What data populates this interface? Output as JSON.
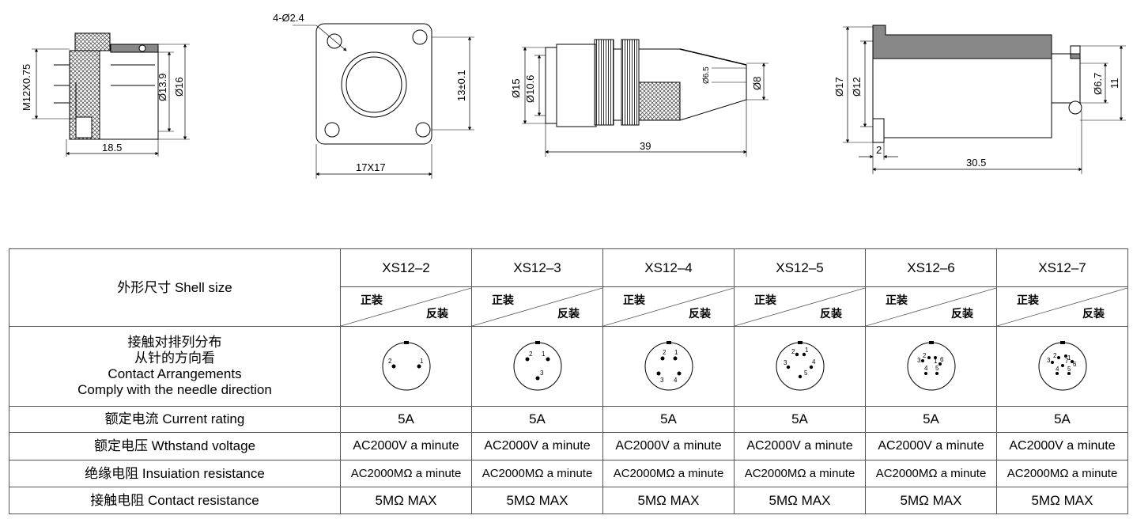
{
  "drawings": {
    "side_view": {
      "thread": "M12X0.75",
      "d1": "Ø13.9",
      "d2": "Ø16",
      "length": "18.5"
    },
    "front_view": {
      "holes": "4-Ø2.4",
      "height": "13±0.1",
      "size": "17X17"
    },
    "plug_view": {
      "d1": "Ø15",
      "d2": "Ø10.6",
      "d3": "Ø6.5",
      "d4": "Ø8",
      "length": "39"
    },
    "socket_view": {
      "d1": "Ø17",
      "d2": "Ø12",
      "d3": "Ø6.7",
      "d4": "11",
      "flange": "2",
      "length": "30.5"
    }
  },
  "table": {
    "shell_size_label": "外形尺寸 Shell size",
    "models": [
      "XS12–2",
      "XS12–3",
      "XS12–4",
      "XS12–5",
      "XS12–6",
      "XS12–7"
    ],
    "front_mount": "正装",
    "reverse_mount": "反装",
    "contact_label": [
      "接触对排列分布",
      "从针的方向看",
      "Contact Arrangements",
      "Comply with the needle direction"
    ],
    "pin_layouts": [
      [
        "2",
        "1"
      ],
      [
        "2",
        "1",
        "3"
      ],
      [
        "2",
        "1",
        "3",
        "4"
      ],
      [
        "2",
        "1",
        "3",
        "4",
        "5"
      ],
      [
        "3",
        "2",
        "1",
        "6",
        "4",
        "5"
      ],
      [
        "3",
        "2",
        "1",
        "6",
        "7",
        "4",
        "5"
      ]
    ],
    "rows": [
      {
        "label": "额定电流 Current rating",
        "values": [
          "5A",
          "5A",
          "5A",
          "5A",
          "5A",
          "5A"
        ]
      },
      {
        "label": "额定电压 Wthstand voltage",
        "values": [
          "AC2000V a minute",
          "AC2000V a minute",
          "AC2000V a minute",
          "AC2000V a minute",
          "AC2000V a minute",
          "AC2000V a minute"
        ]
      },
      {
        "label": "绝缘电阻 Insuiation resistance",
        "values": [
          "AC2000MΩ  a minute",
          "AC2000MΩ  a minute",
          "AC2000MΩ  a minute",
          "AC2000MΩ  a minute",
          "AC2000MΩ  a minute",
          "AC2000MΩ  a minute"
        ]
      },
      {
        "label": "接触电阻 Contact resistance",
        "values": [
          "5MΩ  MAX",
          "5MΩ  MAX",
          "5MΩ  MAX",
          "5MΩ  MAX",
          "5MΩ  MAX",
          "5MΩ  MAX"
        ]
      }
    ]
  }
}
